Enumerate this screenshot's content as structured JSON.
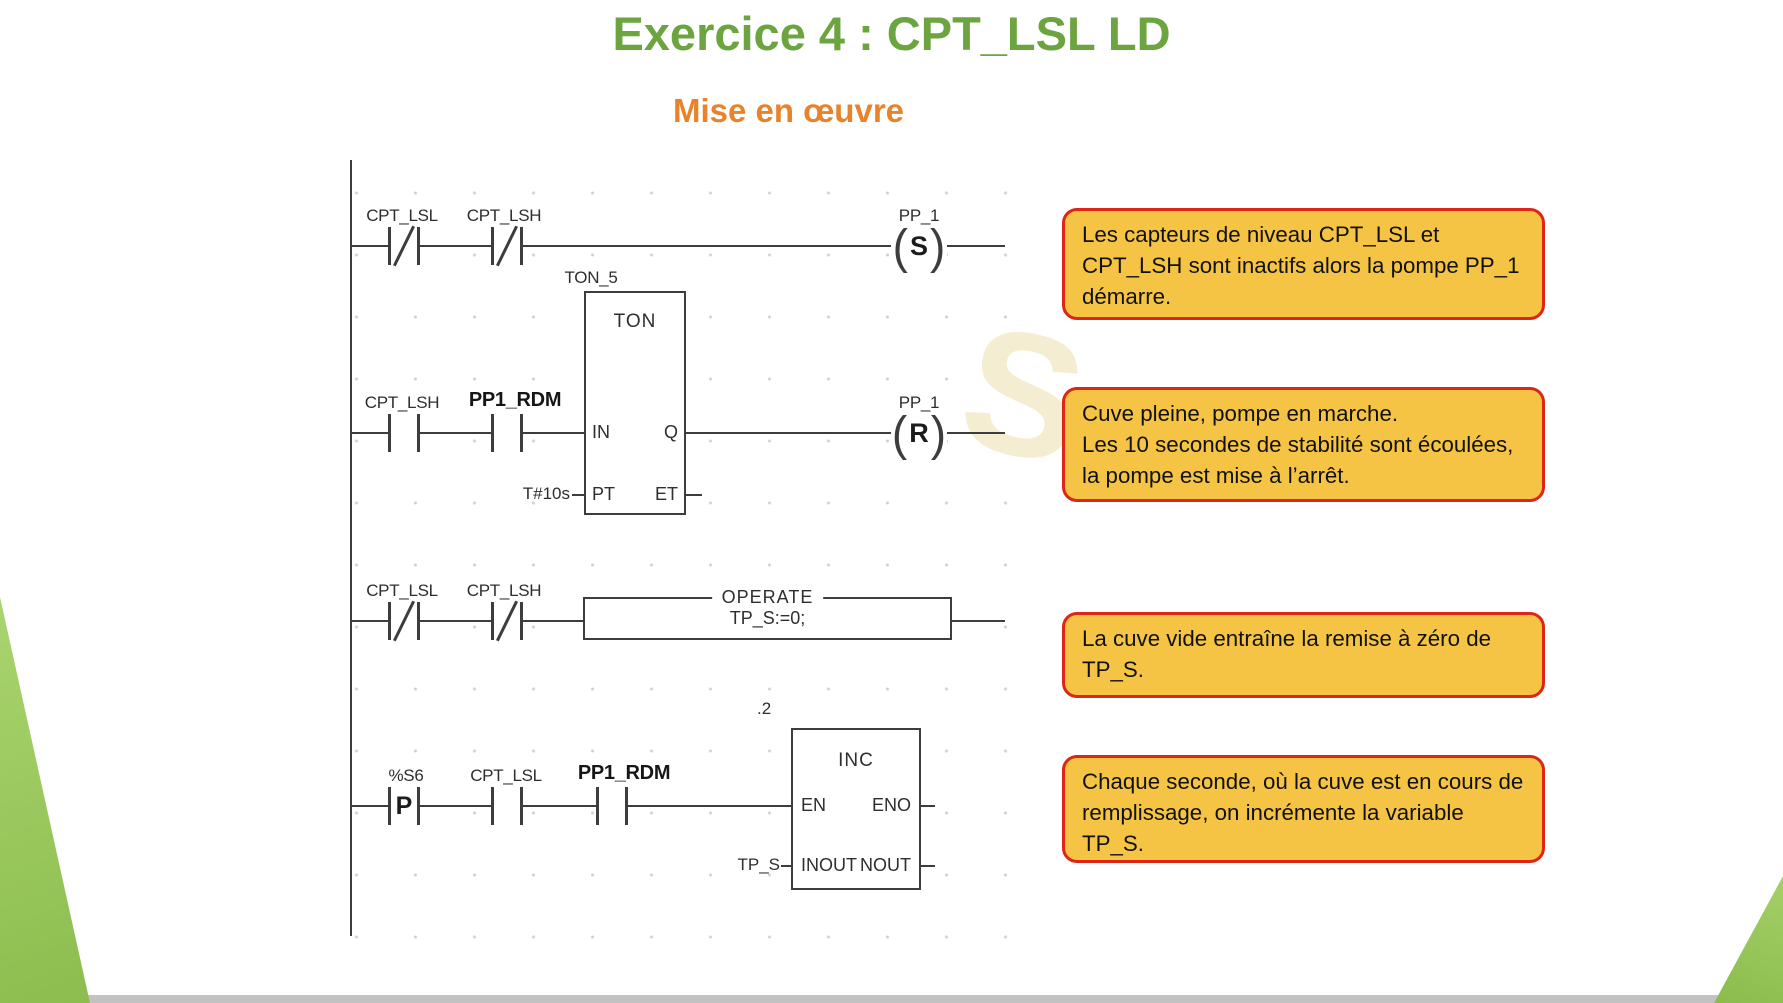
{
  "slide": {
    "title": "Exercice 4 : CPT_LSL LD",
    "subtitle": "Mise en œuvre"
  },
  "ladder": {
    "coil_paren_open": "(",
    "coil_paren_close": ")",
    "rung1": {
      "contact1_label": "CPT_LSL",
      "contact2_label": "CPT_LSH",
      "coil_label": "PP_1",
      "coil_letter": "S"
    },
    "rung2": {
      "contact1_label": "CPT_LSH",
      "contact2_label": "PP1_RDM",
      "timer_instance": "TON_5",
      "timer_type": "TON",
      "pin_in": "IN",
      "pin_q": "Q",
      "pin_pt": "PT",
      "pin_et": "ET",
      "preset_value": "T#10s",
      "coil_label": "PP_1",
      "coil_letter": "R"
    },
    "rung3": {
      "contact1_label": "CPT_LSL",
      "contact2_label": "CPT_LSH",
      "operate_title": "OPERATE",
      "operate_expression": "TP_S:=0;"
    },
    "rung4": {
      "contact1_label": "%S6",
      "contact1_letter": "P",
      "contact2_label": "CPT_LSL",
      "contact3_label": "PP1_RDM",
      "block_number": ".2",
      "block_type": "INC",
      "pin_en": "EN",
      "pin_eno": "ENO",
      "pin_inout": "INOUT",
      "pin_nout": "NOUT",
      "inout_variable": "TP_S"
    }
  },
  "notes": [
    {
      "text": "Les capteurs de niveau CPT_LSL et CPT_LSH sont inactifs alors la pompe PP_1 démarre."
    },
    {
      "text": "Cuve pleine, pompe en marche.\nLes 10 secondes de stabilité sont écoulées, la pompe est mise à l’arrêt."
    },
    {
      "text": "La cuve vide entraîne la remise à zéro de TP_S."
    },
    {
      "text": "Chaque seconde, où la cuve est en cours de remplissage, on incrémente la variable TP_S."
    }
  ],
  "decor": {
    "watermark_glyph": "S"
  },
  "colors": {
    "title_green": "#6CA440",
    "subtitle_orange": "#E8832C",
    "note_background": "#F6C445",
    "note_border": "#DF2616",
    "ladder_line": "#3D3D3D",
    "accent_green": "#9CC95C"
  }
}
